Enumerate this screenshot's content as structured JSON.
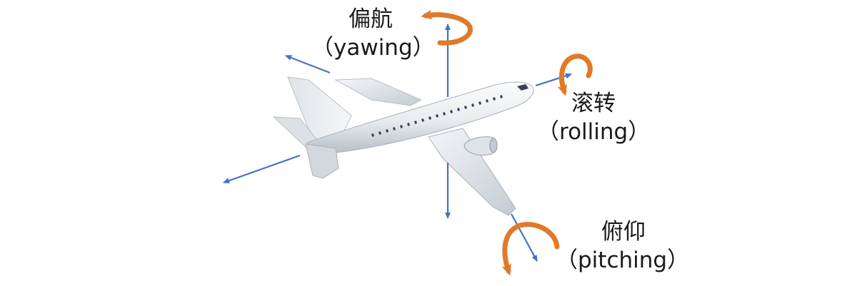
{
  "labels": {
    "yaw": {
      "cn": "偏航",
      "en": "（yawing）"
    },
    "roll": {
      "cn": "滚转",
      "en": "（rolling）"
    },
    "pitch": {
      "cn": "俯仰",
      "en": "（pitching）"
    }
  },
  "colors": {
    "axis": "#4472c4",
    "rotation": "#e07a2a",
    "rotation_dark": "#c0601c",
    "fuselage": "#eef0f3",
    "fuselage_shade": "#c9ced6",
    "windows": "#3a4250"
  }
}
